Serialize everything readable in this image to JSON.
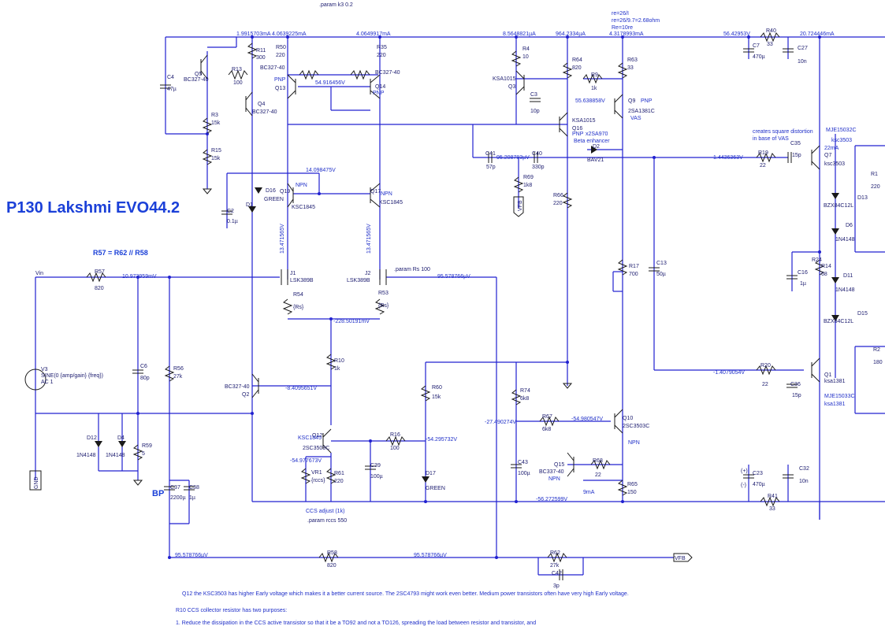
{
  "title": "P130  Lakshmi EVO44.2",
  "equation": "R57 = R62 // R58",
  "bp_label": "BP",
  "params": {
    "k3": ".param k3 0.2",
    "rs": ".param Rs 100",
    "rccs": ".param rccs 550",
    "re": "re=26/I",
    "re2": "re=26/9.7=2.68ohm",
    "re3": "Re=10re"
  },
  "currents": {
    "i1": "1.9915703mA",
    "i2": "4.0639225mA",
    "i3": "4.0649917mA",
    "i4": "8.5648821µA",
    "i5": "964.2334µA",
    "i6": "4.3178993mA",
    "i7": "56.42953V",
    "i8": "20.724446mA",
    "i9": "22mA",
    "i10": "9mA"
  },
  "voltages": {
    "v1": "54.916456V",
    "v2": "55.638858V",
    "v3": "14.098475V",
    "v4": "13.471565V",
    "v5": "13.471565V",
    "v6": "10.973959mV",
    "v7": "95.578766µV",
    "v8": "-228.50191mV",
    "v9": "-8.4095651V",
    "v10": "-54.977673V",
    "v11": "-54.295732V",
    "v12": "-27.490274V",
    "v13": "-54.980547V",
    "v14": "-56.272599V",
    "v15": "95.208783µV",
    "v16": "1.4436363V",
    "v17": "-1.4079054V",
    "v18": "95.578766µV",
    "v19": "95.578766µV",
    "v20": "95.578766µV"
  },
  "components": {
    "R11": "R11",
    "R11v": "300",
    "R13": "R13",
    "R13v": "100",
    "R3": "R3",
    "R3v": "15k",
    "R15": "R15",
    "R15v": "15k",
    "R50": "R50",
    "R50v": "220",
    "R35": "R35",
    "R35v": "220",
    "R4": "R4",
    "R4v": "10",
    "R64": "R64",
    "R64v": "820",
    "R63": "R63",
    "R63v": "33",
    "R9": "R9",
    "R9v": "1k",
    "R40": "R40",
    "R40v": "33",
    "R19": "R19",
    "R19v": "22",
    "R1": "R1",
    "R1v": "220",
    "R24": "R24",
    "R14": "R14",
    "R14v": "68",
    "R2": "R2",
    "R2v": "180",
    "R20": "R20",
    "R20v": "22",
    "R17": "R17",
    "R17v": "700",
    "R66": "R66",
    "R66v": "220",
    "R69": "R69",
    "R69v": "1k8",
    "R57": "R57",
    "R57v": "820",
    "R54": "R54",
    "R54v": "{Rs}",
    "R53": "R53",
    "R53v": "{Rs}",
    "R10": "R10",
    "R10v": "1k",
    "R56": "R56",
    "R56v": "27k",
    "R59": "R59",
    "R59v": "5",
    "R60": "R60",
    "R60v": "15k",
    "R74": "R74",
    "R74v": "6k8",
    "R67": "R67",
    "R67v": "6k8",
    "R16": "R16",
    "R16v": "100",
    "R61": "R61",
    "R61v": "220",
    "R68": "R68",
    "R68v": "22",
    "R65": "R65",
    "R65v": "150",
    "R41": "R41",
    "R41v": "33",
    "R58": "R58",
    "R58v": "820",
    "R62": "R62",
    "R62v": "27k",
    "VR1": "VR1",
    "VR1v": "{rccs}",
    "C4": "C4",
    "C4v": "47µ",
    "C2": "C2",
    "C2v": "0.1µ",
    "C3": "C3",
    "C3v": "10p",
    "C41": "C41",
    "C41v": "57p",
    "C40": "C40",
    "C40v": "330p",
    "C7": "C7",
    "C7v": "470µ",
    "C27": "C27",
    "C27v": "10n",
    "C35": "C35",
    "C35v": "15p",
    "C16": "C16",
    "C16v": "1µ",
    "C13": "C13",
    "C13v": "50µ",
    "C36": "C36",
    "C36v": "15p",
    "C6": "C6",
    "C6v": "80p",
    "C37": "C37",
    "C37v": "2200µ",
    "C38": "C38",
    "C38v": "1µ",
    "C39": "C39",
    "C39v": "100µ",
    "C43": "C43",
    "C43v": "100µ",
    "C23": "C23",
    "C23v": "470µ",
    "C32": "C32",
    "C32v": "10n",
    "C42": "C42",
    "C42v": "3p",
    "Q5": "Q5",
    "Q5t": "BC327-40",
    "Q4": "Q4",
    "Q4t": "BC327-40",
    "Q13": "Q13",
    "Q13t": "BC327-40",
    "Q14": "Q14",
    "Q14t": "BC327-40",
    "Q3": "Q3",
    "Q3t": "KSA1015",
    "Q16": "Q16",
    "Q16t": "KSA1015",
    "Q9": "Q9",
    "Q9t": "2SA1381C",
    "Q7": "Q7",
    "Q7t": "ksc3503",
    "Q19": "Q19",
    "Q19t": "KSC1845",
    "Q17": "Q17",
    "Q17t": "KSC1845",
    "J1": "J1",
    "J1t": "LSK389B",
    "J2": "J2",
    "J2t": "LSK389B",
    "Q2": "Q2",
    "Q2t": "BC327-40",
    "Q12": "Q12",
    "Q12t": "2SC3503C",
    "Q12n": "KSC1845",
    "Q10": "Q10",
    "Q10t": "2SC3503C",
    "Q15": "Q15",
    "Q15t": "BC337-40",
    "Q1": "Q1",
    "Q1t": "ksa1381",
    "D16": "D16",
    "D16t": "GREEN",
    "D1": "D1",
    "D2": "D2",
    "D2t": "BAV21",
    "D13": "D13",
    "D13t": "BZX84C12L",
    "D6": "D6",
    "D6t": "1N4148",
    "D11": "D11",
    "D11t": "1N4148",
    "D15": "D15",
    "D15t": "BZX84C12L",
    "D12": "D12",
    "D12t": "1N4148",
    "D4": "D4",
    "D4t": "1N4148",
    "D17": "D17",
    "D17t": "GREEN",
    "V3": "V3",
    "V3t": "SINE(0 {amp/gain} {freq})",
    "V3ac": "AC 1"
  },
  "labels": {
    "pnp": "PNP",
    "npn": "NPN",
    "vas": "VAS",
    "beta": "Beta enhancer",
    "x2sa970": "x2SA970",
    "mje15032c": "MJE15032C",
    "ksc3503": "ksc3503",
    "mje15033c": "MJE15033C",
    "ksa1381": "ksa1381",
    "square1": "creates square distortion",
    "square2": "in base of VAS",
    "ccs": "CCS adjust (1k)",
    "vin": "Vin",
    "vfb": "VFB",
    "gnd": "GND",
    "plus": "(+)",
    "minus": "(-)"
  },
  "notes": {
    "n1": "Q12 the KSC3503 has higher Early voltage which makes it a better current source. The 2SC4793 might work even better. Medium power transistors often have very high Early voltage.",
    "n2": "R10 CCS collector resistor has two purposes:",
    "n3": "1.  Reduce the dissipation in the CCS active transistor so that it be a TO92 and not a TO126, spreading the load between resistor and transistor, and"
  }
}
